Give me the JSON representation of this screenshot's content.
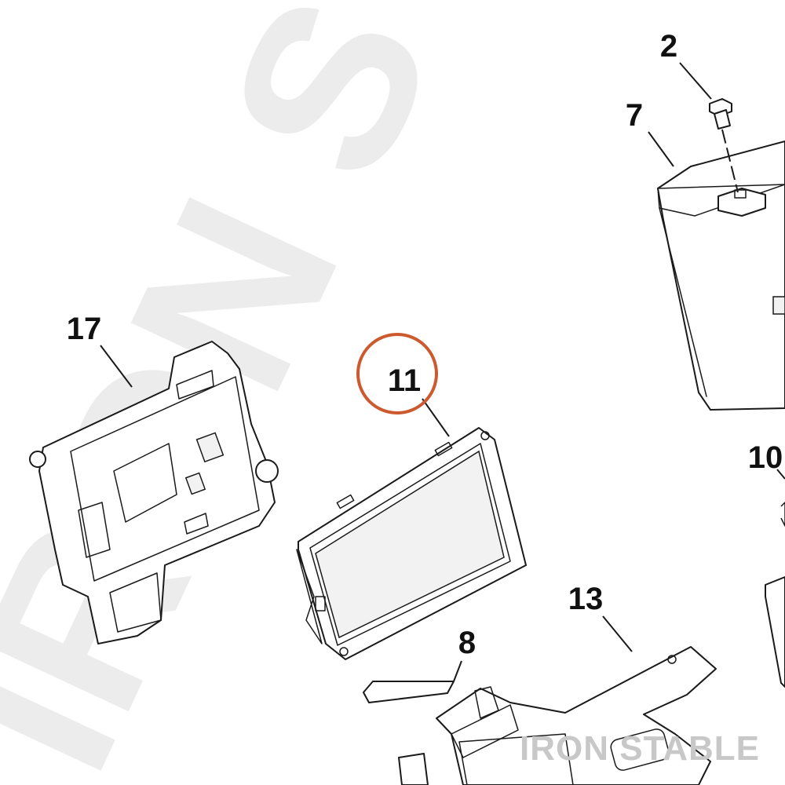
{
  "watermark": {
    "text": "IRON STABLE"
  },
  "callouts": [
    {
      "id": "2",
      "label": "2"
    },
    {
      "id": "7",
      "label": "7"
    },
    {
      "id": "17",
      "label": "17"
    },
    {
      "id": "11",
      "label": "11",
      "highlighted": true
    },
    {
      "id": "10",
      "label": "10"
    },
    {
      "id": "13",
      "label": "13"
    },
    {
      "id": "8",
      "label": "8"
    }
  ],
  "highlight_color": "#cc5a2e",
  "credit": {
    "text": "IRON STABLE"
  }
}
